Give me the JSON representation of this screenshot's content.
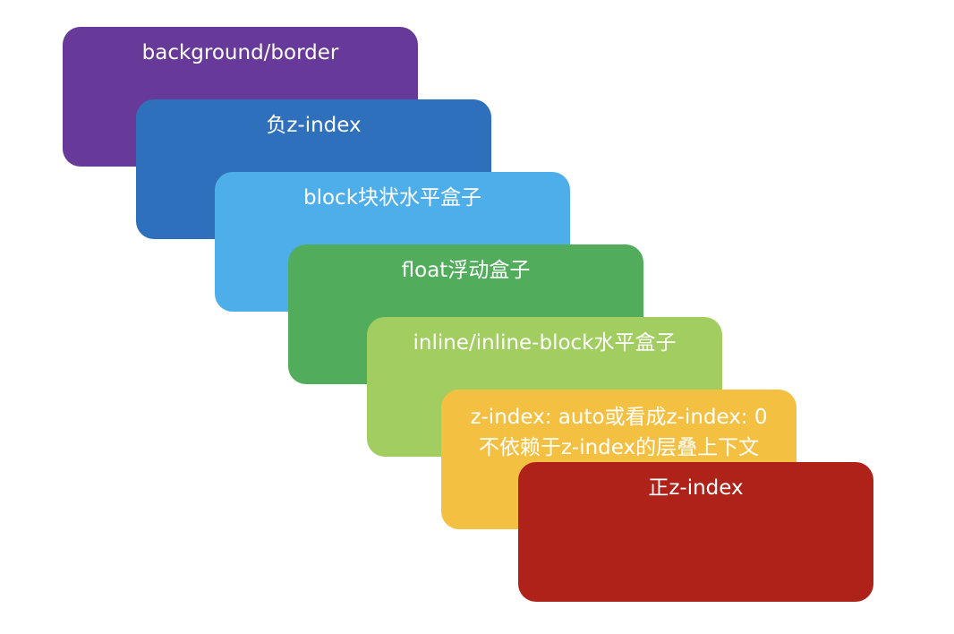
{
  "diagram": {
    "layers": [
      {
        "lines": [
          "background/border"
        ],
        "color": "#673a9a"
      },
      {
        "lines": [
          "负z-index"
        ],
        "color": "#2f70bc"
      },
      {
        "lines": [
          "block块状水平盒子"
        ],
        "color": "#4daeea"
      },
      {
        "lines": [
          "float浮动盒子"
        ],
        "color": "#51ad5c"
      },
      {
        "lines": [
          "inline/inline-block水平盒子"
        ],
        "color": "#a1cd61"
      },
      {
        "lines": [
          "z-index: auto或看成z-index: 0",
          "不依赖于z-index的层叠上下文"
        ],
        "color": "#f4c042"
      },
      {
        "lines": [
          "正z-index"
        ],
        "color": "#ae2219"
      }
    ]
  }
}
